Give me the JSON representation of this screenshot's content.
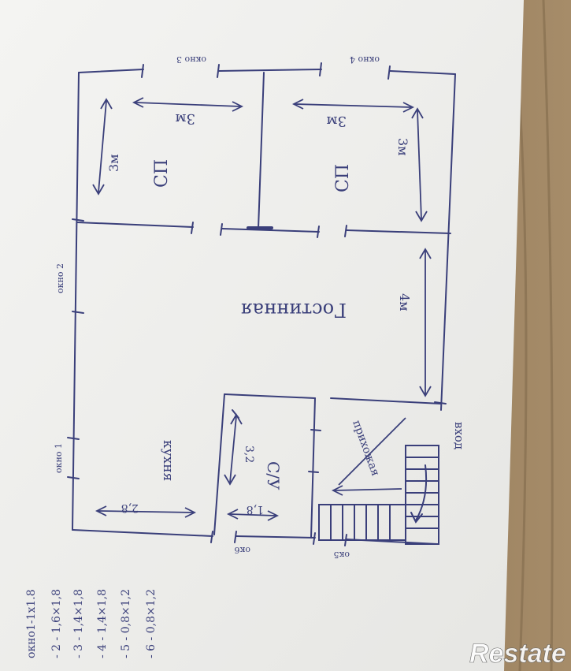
{
  "plan": {
    "rooms": {
      "bedroom_left": {
        "label": "СП",
        "width": "3м",
        "length": "3м"
      },
      "bedroom_right": {
        "label": "СП",
        "width": "3м",
        "length": "3м"
      },
      "living": {
        "label": "Гостинная",
        "length": "4м"
      },
      "kitchen": {
        "label": "кухня",
        "size": "2,8"
      },
      "bathroom": {
        "label": "С/У",
        "width": "1,8",
        "length": "3,2"
      },
      "hall": {
        "label": "прихожая"
      },
      "entrance": {
        "label": "вход"
      }
    },
    "windows": {
      "w1": "окно 1",
      "w2": "окно 2",
      "w3": "окно 3",
      "w4": "окно 4",
      "w5": "ок5",
      "w6": "ок6"
    },
    "legend": [
      "окно1-1х1.8",
      "- 2 - 1,6×1,8",
      "- 3 - 1,4×1,8",
      "- 4 - 1,4×1,8",
      "- 5 - 0,8×1,2",
      "- 6 - 0,8×1,2"
    ]
  },
  "watermark": {
    "text": "Restate"
  },
  "colors": {
    "ink": "#3a3f7a",
    "paper": "#f2f2f0",
    "wood": "#9a7f5c"
  }
}
